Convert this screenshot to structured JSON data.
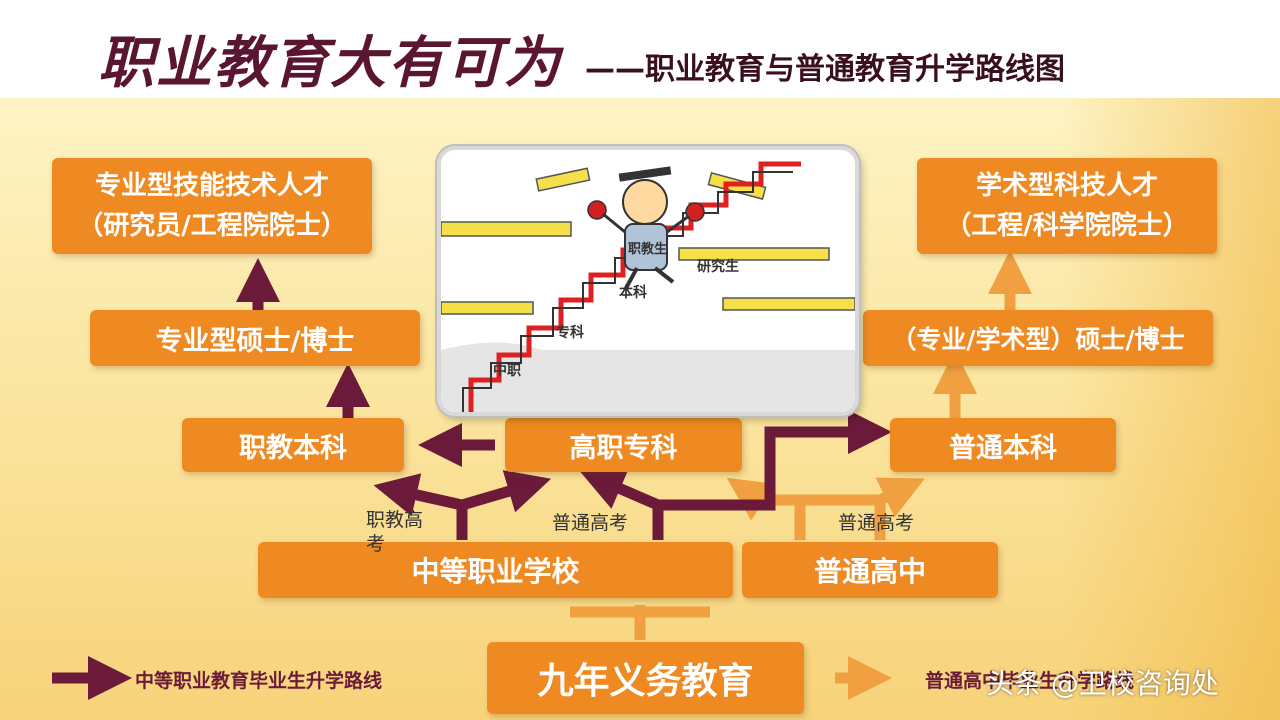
{
  "title": {
    "main": "职业教育大有可为",
    "sub": "——职业教育与普通教育升学路线图"
  },
  "boxes": {
    "vocational_talent_line1": "专业型技能技术人才",
    "vocational_talent_line2": "（研究员/工程院院士）",
    "academic_talent_line1": "学术型科技人才",
    "academic_talent_line2": "（工程/科学院院士）",
    "professional_master": "专业型硕士/博士",
    "general_master": "（专业/学术型）硕士/博士",
    "vocational_bachelor": "职教本科",
    "higher_vocational": "高职专科",
    "general_bachelor": "普通本科",
    "secondary_vocational": "中等职业学校",
    "general_high_school": "普通高中",
    "compulsory": "九年义务教育"
  },
  "edge_labels": {
    "vocational_exam": "职教高考",
    "general_exam_left": "普通高考",
    "general_exam_right": "普通高考"
  },
  "cartoon": {
    "labels": [
      "中职",
      "专科",
      "本科",
      "职教生",
      "研究生"
    ]
  },
  "legend": {
    "vocational_route": "中等职业教育毕业生升学路线",
    "general_route": "普通高中毕业生升学路线",
    "vocational_color": "#6b1a3a",
    "general_color": "#f0a040"
  },
  "watermark": "头条 @卫校咨询处",
  "colors": {
    "box": "#ef8a22",
    "vocational_arrow": "#6b1a3a",
    "general_arrow": "#f0a040"
  }
}
